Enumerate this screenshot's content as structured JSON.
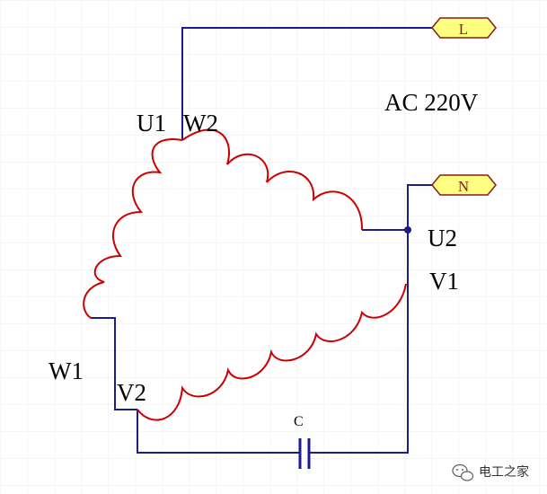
{
  "diagram": {
    "ports": {
      "L": "L",
      "N": "N"
    },
    "supply_label": "AC 220V",
    "terminals": {
      "U1": "U1",
      "W2": "W2",
      "U2": "U2",
      "V1": "V1",
      "W1": "W1",
      "V2": "V2"
    },
    "capacitor_label": "C",
    "watermark": "电工之家",
    "colors": {
      "wire": "#1c1c8c",
      "coil": "#cc0000",
      "port_fill": "#ffff80",
      "port_stroke": "#8b1a1a",
      "grid": "#ececec"
    }
  }
}
